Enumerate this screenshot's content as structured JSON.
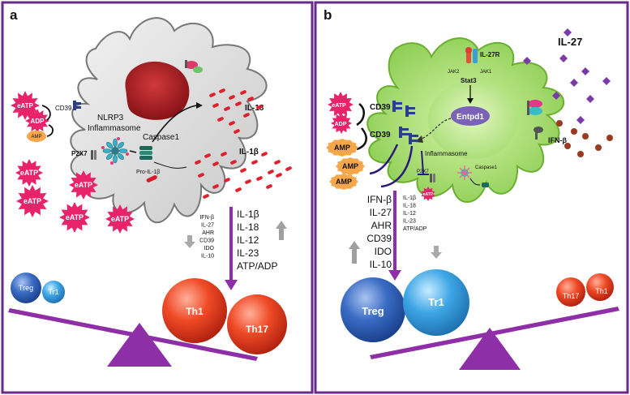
{
  "colors": {
    "frame": "#6a2a8a",
    "cell_grey": "#d9d9d9",
    "cell_green": "#8fd14f",
    "nucleus": "#a0161c",
    "arrow": "#8e2fa8",
    "eatp": "#e8236a",
    "amp": "#f6a64b",
    "th1": "#e8341c",
    "th17": "#e8341c",
    "treg": "#2f5fb3",
    "tr1": "#3aa0e0",
    "seesaw": "#8e2fa8"
  },
  "panel_a": {
    "label": "a",
    "nlrp3": "NLRP3",
    "inflammasome": "Inflammasome",
    "caspase1": "Caspase1",
    "pro_il1b": "Pro-IL-1β",
    "il18": "IL-18",
    "il1b": "IL-1β",
    "cd39": "CD39",
    "p2x7": "P2X7",
    "adp": "ADP",
    "amp": "AMP",
    "eatp": "eATP",
    "down_list": [
      "IFN-β",
      "IL-27",
      "AHR",
      "CD39",
      "IDO",
      "IL-10"
    ],
    "up_list": [
      "IL-1β",
      "IL-18",
      "IL-12",
      "IL-23",
      "ATP/ADP"
    ],
    "cells": {
      "treg": "Treg",
      "tr1": "Tr1",
      "th1": "Th1",
      "th17": "Th17"
    }
  },
  "panel_b": {
    "label": "b",
    "il27": "IL-27",
    "il27r": "IL-27R",
    "jak2": "JAK2",
    "jak1": "JAK1",
    "stat3": "Stat3",
    "entpd1": "Entpd1",
    "inflammasome": "Inflammasome",
    "caspase1": "Caspase1",
    "ifnb": "IFN-β",
    "cd39": "CD39",
    "p2x7": "P2X7",
    "eatp": "eATP",
    "adp": "ADP",
    "amp": "AMP",
    "up_list": [
      "IFN-β",
      "IL-27",
      "AHR",
      "CD39",
      "IDO",
      "IL-10"
    ],
    "down_list": [
      "IL-1β",
      "IL-18",
      "IL-12",
      "IL-23",
      "ATP/ADP"
    ],
    "cells": {
      "treg": "Treg",
      "tr1": "Tr1",
      "th17": "Th17",
      "th1": "Th1"
    }
  }
}
